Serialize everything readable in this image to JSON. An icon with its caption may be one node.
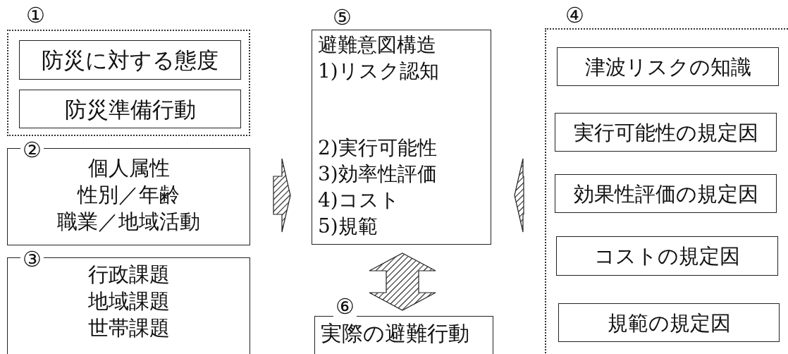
{
  "diagram": {
    "nodes": [
      {
        "text": [
          "①"
        ]
      },
      {
        "text": [
          "防災に対する態度"
        ],
        "in": 0
      },
      {
        "text": [
          "防災準備行動"
        ],
        "in": 0
      },
      {
        "text": [
          "②",
          "個人属性",
          "性別／年齢",
          "職業／地域活動"
        ]
      },
      {
        "text": [
          "③",
          "行政課題",
          "地域課題",
          "世帯課題"
        ]
      },
      {
        "text": [
          "⑤",
          "避難意図構造",
          "1)リスク認知",
          "2)実行可能性",
          "3)効率性評価",
          "4)コスト",
          "5)規範"
        ]
      },
      {
        "text": [
          "⑥",
          "実際の避難行動"
        ]
      },
      {
        "text": [
          "④"
        ]
      },
      {
        "text": [
          "津波リスクの知識"
        ],
        "in": 7
      },
      {
        "text": [
          "実行可能性の規定因"
        ],
        "in": 7
      },
      {
        "text": [
          "効果性評価の規定因"
        ],
        "in": 7
      },
      {
        "text": [
          "コストの規定因"
        ],
        "in": 7
      },
      {
        "text": [
          "規範の規定因"
        ],
        "in": 7
      }
    ],
    "edges": [
      {
        "from": 3,
        "to": 5,
        "arrow": "to"
      },
      {
        "from": 7,
        "to": 5,
        "arrow": "to"
      },
      {
        "from": 5,
        "to": 6,
        "arrow": "both"
      }
    ]
  }
}
